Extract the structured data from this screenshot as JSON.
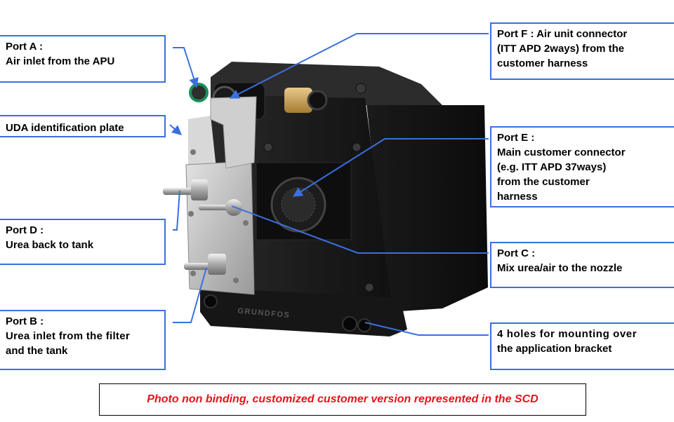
{
  "callouts": {
    "port_a": [
      "Port A :",
      "Air inlet from the APU"
    ],
    "uda": [
      "UDA identification plate"
    ],
    "port_d": [
      "Port D :",
      "Urea back to tank"
    ],
    "port_b": [
      "Port B :",
      "Urea inlet from the filter",
      "and the tank"
    ],
    "port_f": [
      "Port F : Air unit connector",
      "(ITT APD 2ways) from the",
      "customer harness"
    ],
    "port_e": [
      "Port E :",
      "Main customer connector",
      "(e.g. ITT APD 37ways)",
      "from the customer",
      "harness"
    ],
    "port_c": [
      "Port C :",
      "Mix urea/air to the nozzle"
    ],
    "mounting": [
      "4 holes for mounting over",
      "the application bracket"
    ]
  },
  "disclaimer": "Photo non binding, customized customer version represented in the SCD",
  "photo": {
    "brand_marking": "GRUNDFOS"
  },
  "colors": {
    "callout_border": "#3a6fe0",
    "leader_line": "#3a6fe0",
    "disclaimer_text": "#e8121b",
    "housing": "#1b1b1b",
    "plate": "#c9c9c9"
  }
}
